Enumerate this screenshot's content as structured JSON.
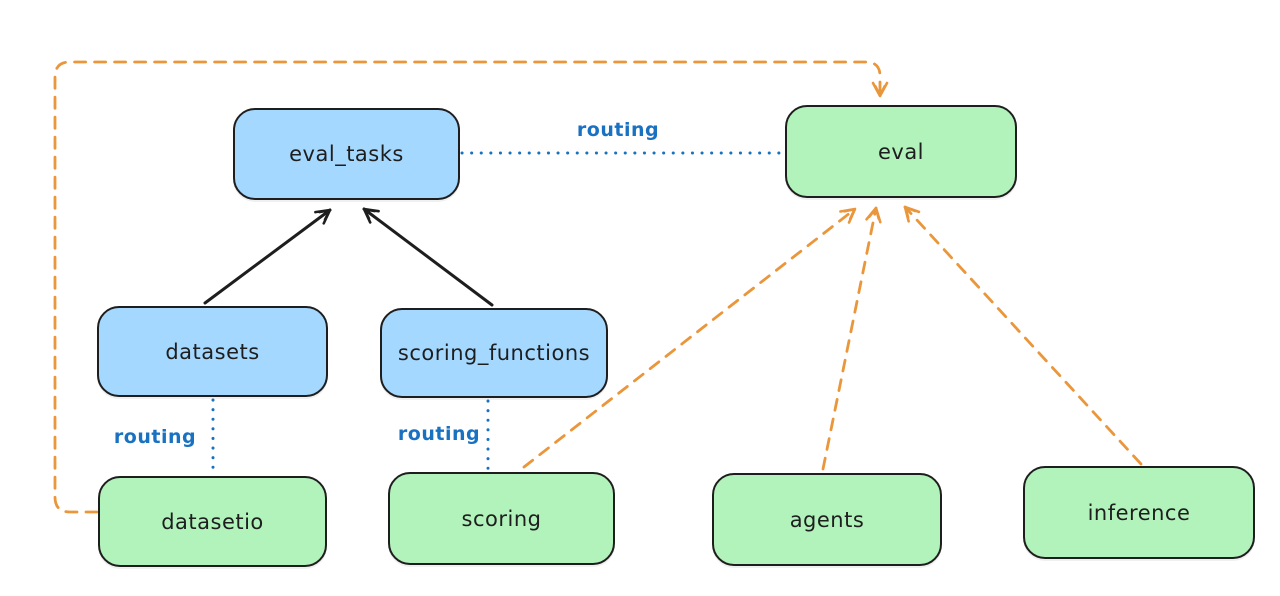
{
  "diagram": {
    "colors": {
      "blue_node_fill": "#a5d8ff",
      "green_node_fill": "#b2f2bb",
      "node_border": "#1e1e1e",
      "orange_dashed": "#ea963b",
      "blue_dotted": "#1971c2",
      "background": "#ffffff"
    },
    "nodes": {
      "eval_tasks": {
        "label": "eval_tasks",
        "color": "blue"
      },
      "eval": {
        "label": "eval",
        "color": "green"
      },
      "datasets": {
        "label": "datasets",
        "color": "blue"
      },
      "scoring_functions": {
        "label": "scoring_functions",
        "color": "blue"
      },
      "datasetio": {
        "label": "datasetio",
        "color": "green"
      },
      "scoring": {
        "label": "scoring",
        "color": "green"
      },
      "agents": {
        "label": "agents",
        "color": "green"
      },
      "inference": {
        "label": "inference",
        "color": "green"
      }
    },
    "edges": {
      "datasets_to_eval_tasks": {
        "from": "datasets",
        "to": "eval_tasks",
        "style": "solid",
        "color": "#1e1e1e",
        "arrow": true,
        "label": ""
      },
      "scoring_functions_to_eval_tasks": {
        "from": "scoring_functions",
        "to": "eval_tasks",
        "style": "solid",
        "color": "#1e1e1e",
        "arrow": true,
        "label": ""
      },
      "eval_tasks_eval_routing": {
        "from": "eval_tasks",
        "to": "eval",
        "style": "dotted",
        "color": "#1971c2",
        "arrow": false,
        "label": "routing"
      },
      "datasets_datasetio_routing": {
        "from": "datasets",
        "to": "datasetio",
        "style": "dotted",
        "color": "#1971c2",
        "arrow": false,
        "label": "routing"
      },
      "scoring_functions_scoring_routing": {
        "from": "scoring_functions",
        "to": "scoring",
        "style": "dotted",
        "color": "#1971c2",
        "arrow": false,
        "label": "routing"
      },
      "datasetio_to_eval": {
        "from": "datasetio",
        "to": "eval",
        "style": "dashed",
        "color": "#ea963b",
        "arrow": true,
        "label": ""
      },
      "scoring_to_eval": {
        "from": "scoring",
        "to": "eval",
        "style": "dashed",
        "color": "#ea963b",
        "arrow": true,
        "label": ""
      },
      "agents_to_eval": {
        "from": "agents",
        "to": "eval",
        "style": "dashed",
        "color": "#ea963b",
        "arrow": true,
        "label": ""
      },
      "inference_to_eval": {
        "from": "inference",
        "to": "eval",
        "style": "dashed",
        "color": "#ea963b",
        "arrow": true,
        "label": ""
      }
    }
  }
}
